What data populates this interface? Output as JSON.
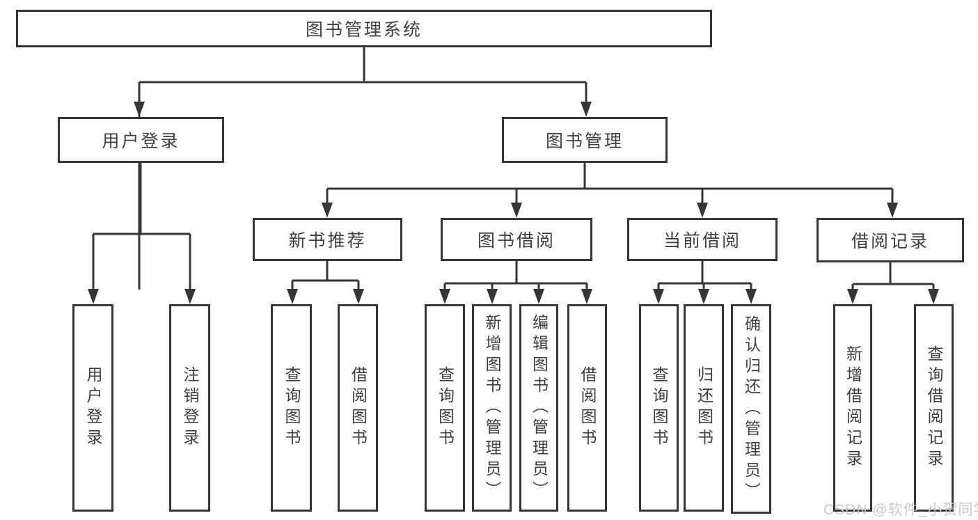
{
  "diagram": {
    "root": {
      "label": "图书管理系统"
    },
    "level1": [
      {
        "label": "用户登录"
      },
      {
        "label": "图书管理"
      }
    ],
    "level2": [
      {
        "label": "新书推荐"
      },
      {
        "label": "图书借阅"
      },
      {
        "label": "当前借阅"
      },
      {
        "label": "借阅记录"
      }
    ],
    "leaves": [
      {
        "label": "用户登录"
      },
      {
        "label": "注销登录"
      },
      {
        "label": "查询图书"
      },
      {
        "label": "借阅图书"
      },
      {
        "label": "查询图书"
      },
      {
        "label": "新增图书（管理员）"
      },
      {
        "label": "编辑图书（管理员）"
      },
      {
        "label": "借阅图书"
      },
      {
        "label": "查询图书"
      },
      {
        "label": "归还图书"
      },
      {
        "label": "确认归还（管理员）"
      },
      {
        "label": "新增借阅记录"
      },
      {
        "label": "查询借阅记录"
      }
    ]
  },
  "watermark": {
    "text": "CSDN @软件_小贺同学"
  },
  "colors": {
    "line": "#363636",
    "text": "#3f3f3f",
    "background": "#ffffff",
    "watermark": "#c6c6c6"
  }
}
